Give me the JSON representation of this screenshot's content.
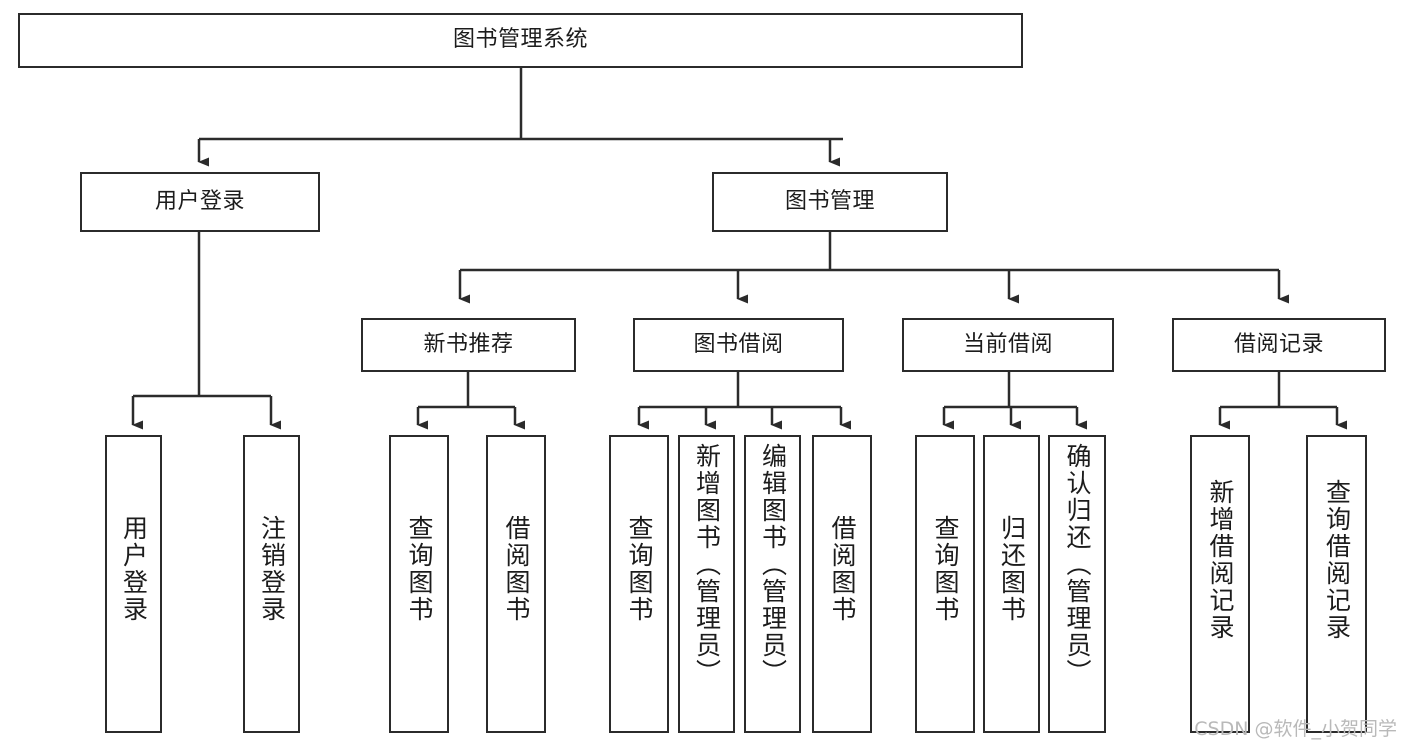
{
  "diagram": {
    "title": "图书管理系统",
    "type": "tree-hierarchy-diagram",
    "root": {
      "label": "图书管理系统"
    },
    "level2": [
      {
        "label": "用户登录"
      },
      {
        "label": "图书管理"
      }
    ],
    "level3": [
      {
        "label": "新书推荐"
      },
      {
        "label": "图书借阅"
      },
      {
        "label": "当前借阅"
      },
      {
        "label": "借阅记录"
      }
    ],
    "leaves": [
      {
        "label": "用户登录",
        "parent": "用户登录"
      },
      {
        "label": "注销登录",
        "parent": "用户登录"
      },
      {
        "label": "查询图书",
        "parent": "新书推荐"
      },
      {
        "label": "借阅图书",
        "parent": "新书推荐"
      },
      {
        "label": "查询图书",
        "parent": "图书借阅"
      },
      {
        "label": "新增图书（管理员）",
        "parent": "图书借阅"
      },
      {
        "label": "编辑图书（管理员）",
        "parent": "图书借阅"
      },
      {
        "label": "借阅图书",
        "parent": "图书借阅"
      },
      {
        "label": "查询图书",
        "parent": "当前借阅"
      },
      {
        "label": "归还图书",
        "parent": "当前借阅"
      },
      {
        "label": "确认归还（管理员）",
        "parent": "当前借阅"
      },
      {
        "label": "新增借阅记录",
        "parent": "借阅记录"
      },
      {
        "label": "查询借阅记录",
        "parent": "借阅记录"
      }
    ]
  },
  "watermark": {
    "text": "CSDN @软件_小贺同学"
  },
  "colors": {
    "stroke": "#2b2b2b",
    "background": "#ffffff",
    "text": "#1c1c1c",
    "watermark": "#b9b9b9"
  }
}
